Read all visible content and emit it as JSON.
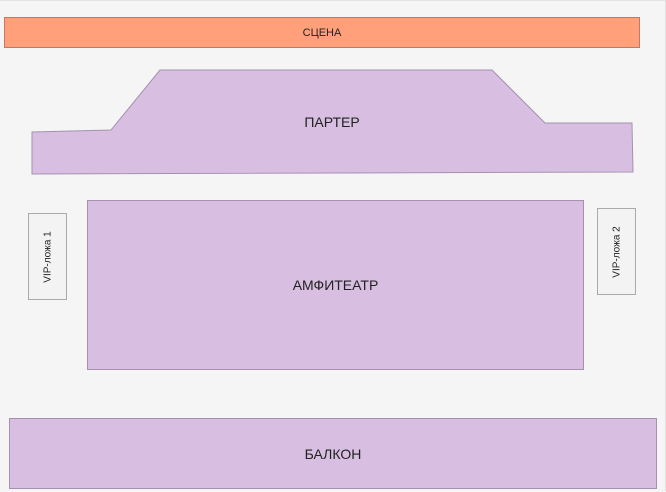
{
  "stage": {
    "label": "СЦЕНА"
  },
  "sections": {
    "parterre": "ПАРТЕР",
    "amphitheatre": "АМФИТЕАТР",
    "balcony": "БАЛКОН",
    "vip_box_1": "VIP-ложа 1",
    "vip_box_2": "VIP-ложа 2"
  },
  "colors": {
    "stage_fill": "#ffa07a",
    "section_fill": "#d8bfe2",
    "vip_fill": "#f3f3f3",
    "background": "#f5f5f5"
  }
}
